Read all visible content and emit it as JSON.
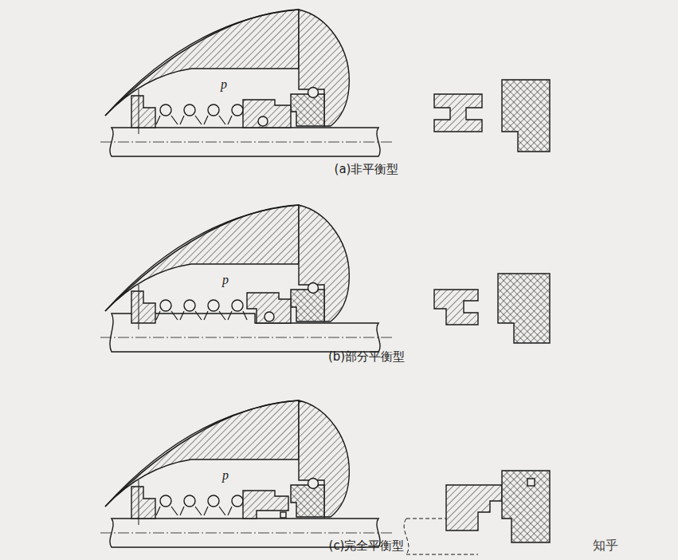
{
  "diagram": {
    "labels": [
      "p",
      "(a)非平衡型",
      "p",
      "(b)部分平衡型",
      "p",
      "(c)完全平衡型",
      "知乎"
    ]
  }
}
